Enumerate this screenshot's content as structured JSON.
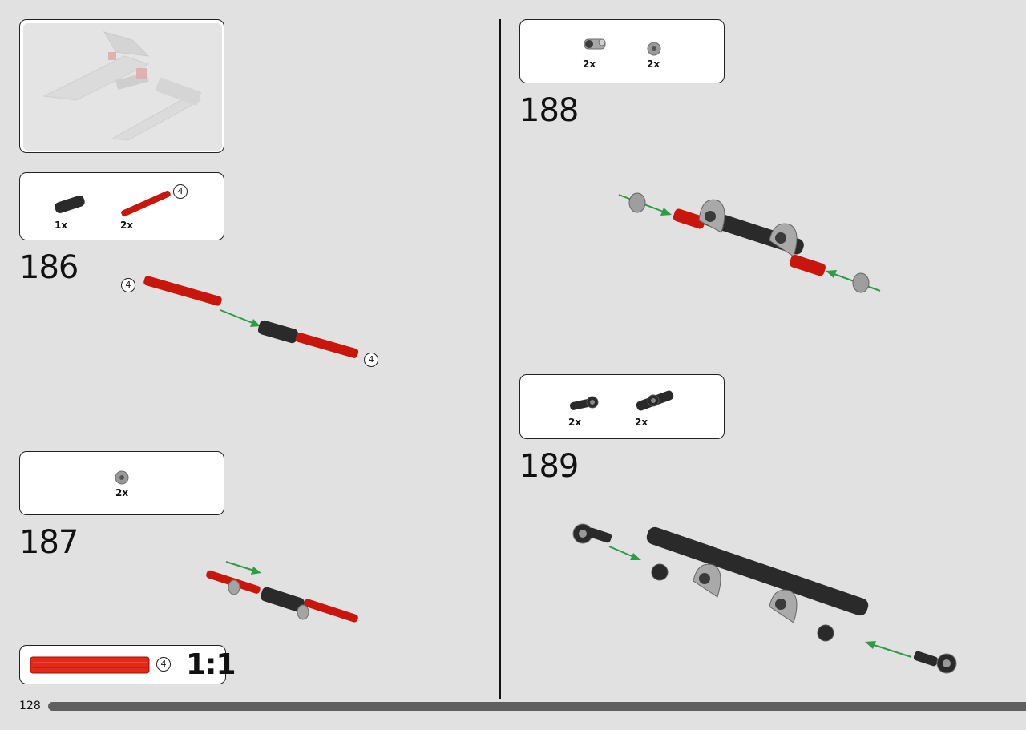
{
  "page": {
    "number": "128"
  },
  "steps": {
    "s186": {
      "number": "186",
      "parts": [
        {
          "qty": "1x",
          "part": "black-axle-connector"
        },
        {
          "qty": "2x",
          "part": "red-axle-4",
          "length": "4"
        }
      ],
      "callouts": [
        "4",
        "4"
      ]
    },
    "s187": {
      "number": "187",
      "parts": [
        {
          "qty": "2x",
          "part": "gray-bush"
        }
      ]
    },
    "s188": {
      "number": "188",
      "parts": [
        {
          "qty": "2x",
          "part": "gray-axle-pin-connector"
        },
        {
          "qty": "2x",
          "part": "gray-bush"
        }
      ]
    },
    "s189": {
      "number": "189",
      "parts": [
        {
          "qty": "2x",
          "part": "black-pin-connector"
        },
        {
          "qty": "2x",
          "part": "black-axle-pin-connector"
        }
      ]
    }
  },
  "scale_ruler": {
    "length": "4",
    "scale": "1:1",
    "color": "#e32a1a"
  },
  "colors": {
    "red_axle": "#c8160c",
    "black_part": "#2a2a2a",
    "gray_part": "#9a9a9a",
    "arrow": "#2e9b46"
  }
}
